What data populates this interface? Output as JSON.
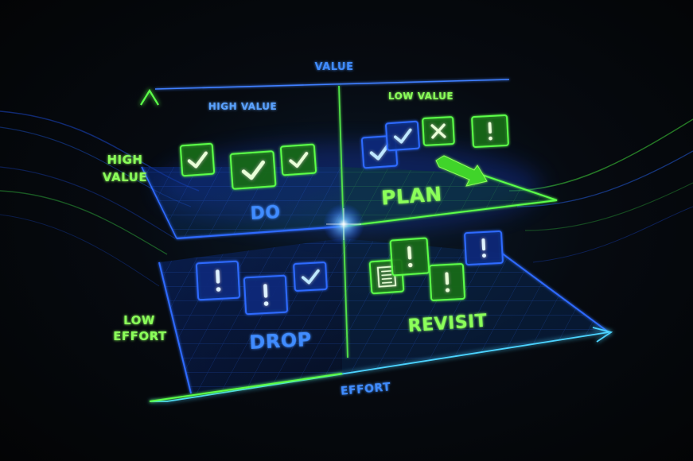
{
  "axes": {
    "top_label": "VALUE",
    "bottom_label": "EFFORT",
    "left_upper_label": [
      "HIGH",
      "VALUE"
    ],
    "left_lower_label": [
      "LOW",
      "EFFORT"
    ]
  },
  "columns": {
    "left_header": "HIGH VALUE",
    "right_header": "LOW VALUE"
  },
  "quadrants": {
    "top_left": "DO",
    "top_right": "PLAN",
    "bottom_left": "DROP",
    "bottom_right": "REVISIT"
  },
  "icons": {
    "check": "check-icon",
    "exclamation": "exclamation-icon",
    "cross": "x-icon",
    "document": "document-icon",
    "arrow": "arrow-icon"
  },
  "colors": {
    "blue": "#2f6bff",
    "green": "#5cff4a",
    "blue_text": "#3f8cff",
    "green_text": "#8bff5a",
    "bg": "#05070a"
  }
}
